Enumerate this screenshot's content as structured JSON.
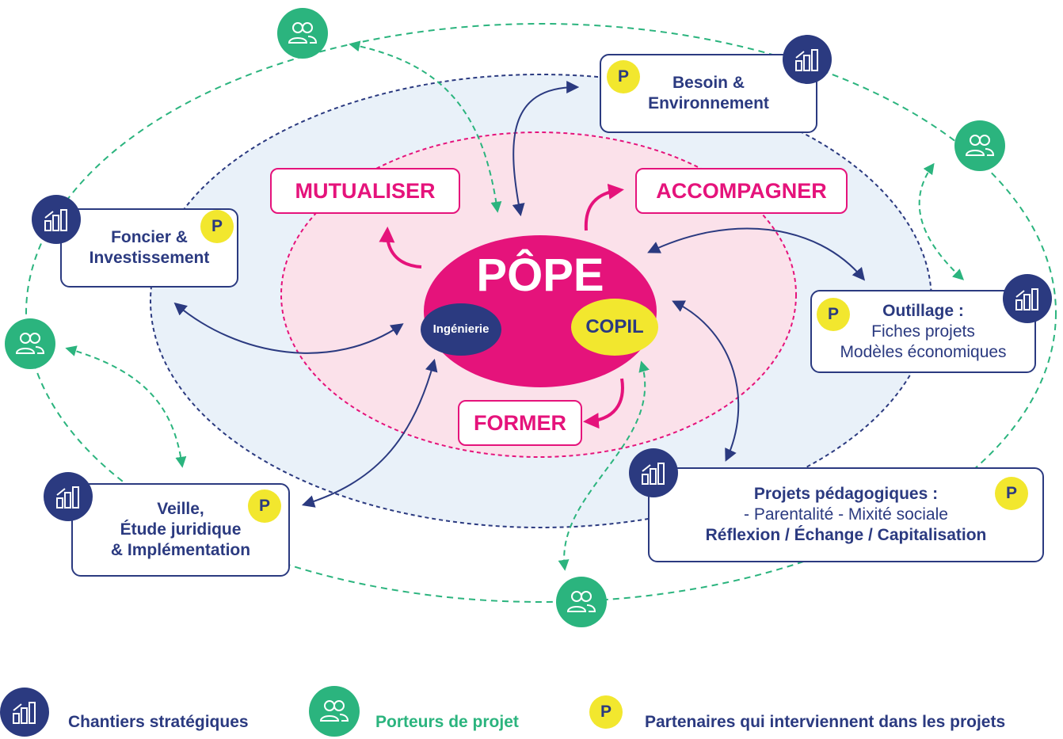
{
  "colors": {
    "navy": "#2b3a80",
    "pink": "#e5137b",
    "green": "#2bb47e",
    "yellow": "#f2e72e",
    "outer_fill": "#e9f1f9",
    "inner_fill": "#fbe1ea"
  },
  "center": {
    "title": "PÔPE",
    "ingenierie": "Ingénierie",
    "copil": "COPIL"
  },
  "verbs": {
    "mutualiser": "MUTUALISER",
    "accompagner": "ACCOMPAGNER",
    "former": "FORMER"
  },
  "boxes": {
    "besoin": {
      "line1": "Besoin &",
      "line2": "Environnement"
    },
    "foncier": {
      "line1": "Foncier &",
      "line2": "Investissement"
    },
    "outillage": {
      "line1": "Outillage :",
      "line2": "Fiches projets",
      "line3": "Modèles économiques"
    },
    "veille": {
      "line1": "Veille,",
      "line2": "Étude juridique",
      "line3": "& Implémentation"
    },
    "projets": {
      "line1": "Projets pédagogiques :",
      "line2": "- Parentalité - Mixité sociale",
      "line3": "Réflexion / Échange / Capitalisation"
    }
  },
  "badge_letter": "P",
  "icons": {
    "chantier": "chart-growth-icon",
    "porteur": "people-icon"
  },
  "legend": {
    "chantiers": "Chantiers stratégiques",
    "porteurs": "Porteurs de projet",
    "partenaires": "Partenaires qui interviennent dans les projets",
    "badge": "P"
  }
}
